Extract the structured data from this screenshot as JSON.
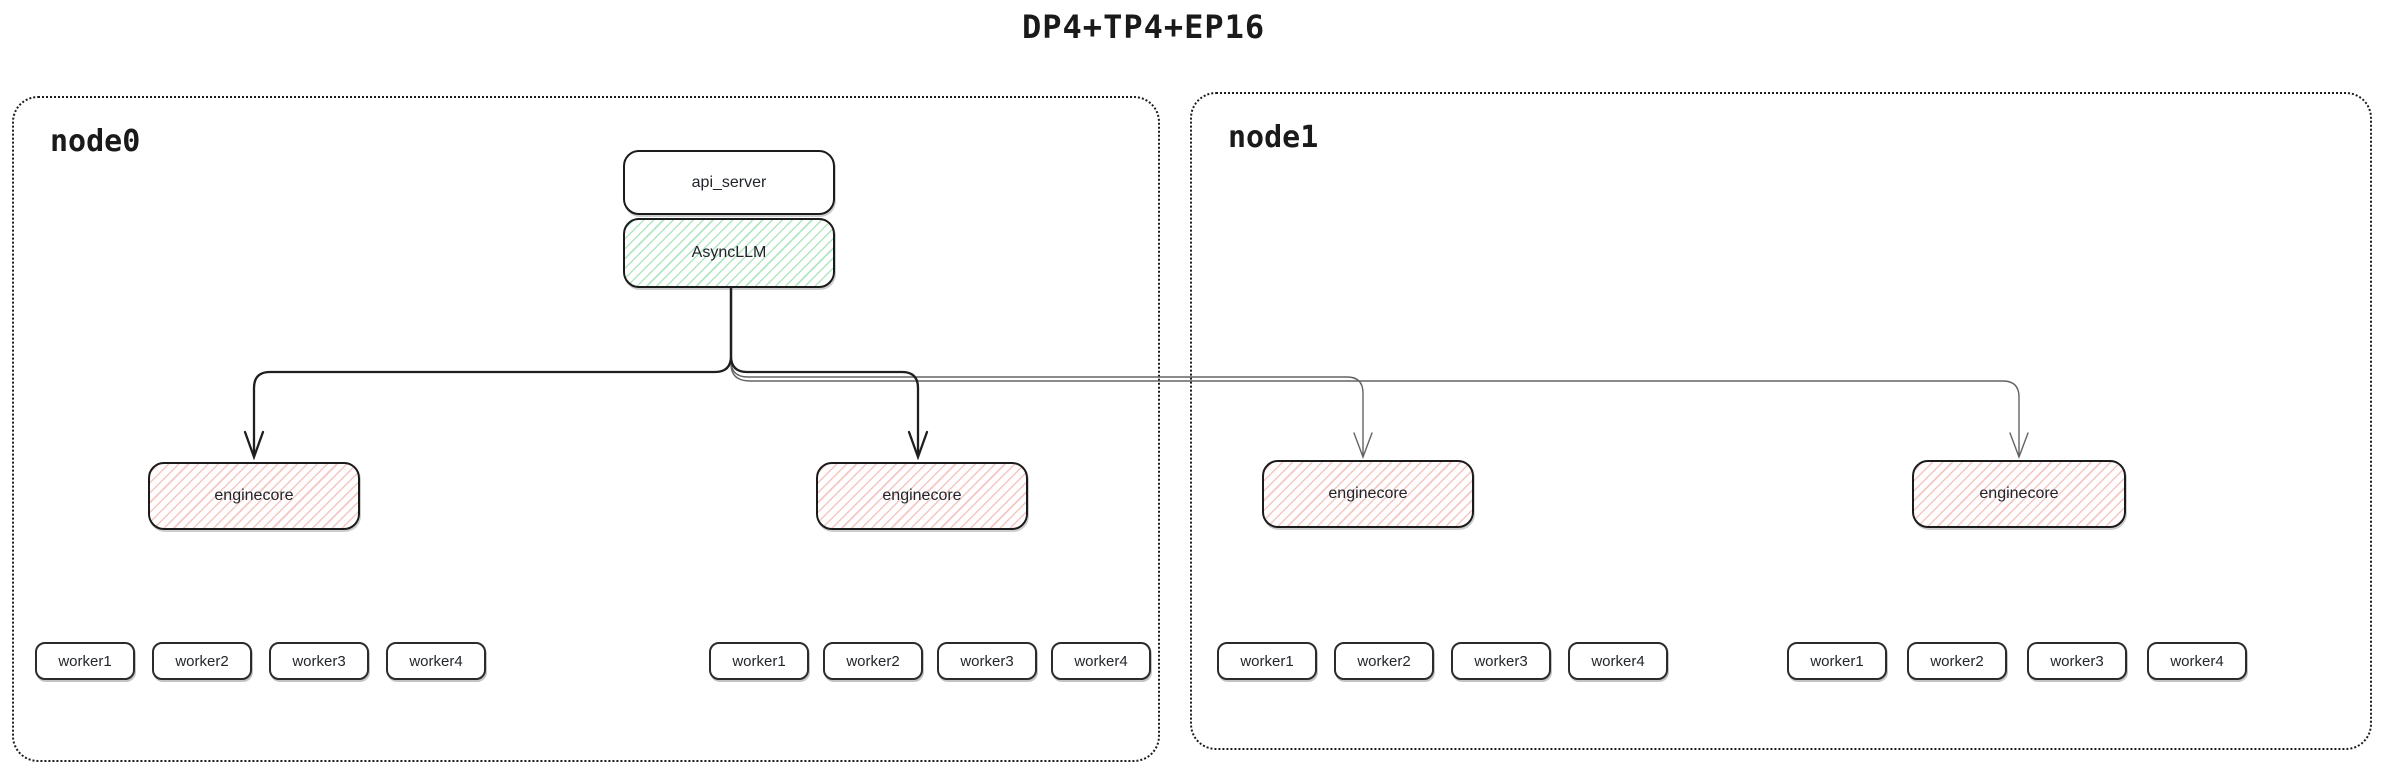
{
  "title": "DP4+TP4+EP16",
  "colors": {
    "async_llm_hatch": "#b2e6c1",
    "enginecore_hatch": "#f2c8c3",
    "box_border": "#1b1b1b",
    "node_border_dotted": "#1d1d1d",
    "edge_primary": "#1f1f1f",
    "edge_secondary": "#636363"
  },
  "nodes": [
    {
      "label": "node0",
      "api_server": {
        "label": "api_server"
      },
      "async_llm": {
        "label": "AsyncLLM"
      },
      "enginecores": [
        {
          "label": "enginecore",
          "workers": [
            "worker1",
            "worker2",
            "worker3",
            "worker4"
          ]
        },
        {
          "label": "enginecore",
          "workers": [
            "worker1",
            "worker2",
            "worker3",
            "worker4"
          ]
        }
      ]
    },
    {
      "label": "node1",
      "enginecores": [
        {
          "label": "enginecore",
          "workers": [
            "worker1",
            "worker2",
            "worker3",
            "worker4"
          ]
        },
        {
          "label": "enginecore",
          "workers": [
            "worker1",
            "worker2",
            "worker3",
            "worker4"
          ]
        }
      ]
    }
  ],
  "edges": [
    {
      "from": "AsyncLLM",
      "to": "node0 enginecore 1",
      "style": "solid-black"
    },
    {
      "from": "AsyncLLM",
      "to": "node0 enginecore 2",
      "style": "solid-black"
    },
    {
      "from": "AsyncLLM",
      "to": "node1 enginecore 1",
      "style": "thin-gray"
    },
    {
      "from": "AsyncLLM",
      "to": "node1 enginecore 2",
      "style": "thin-gray"
    }
  ]
}
